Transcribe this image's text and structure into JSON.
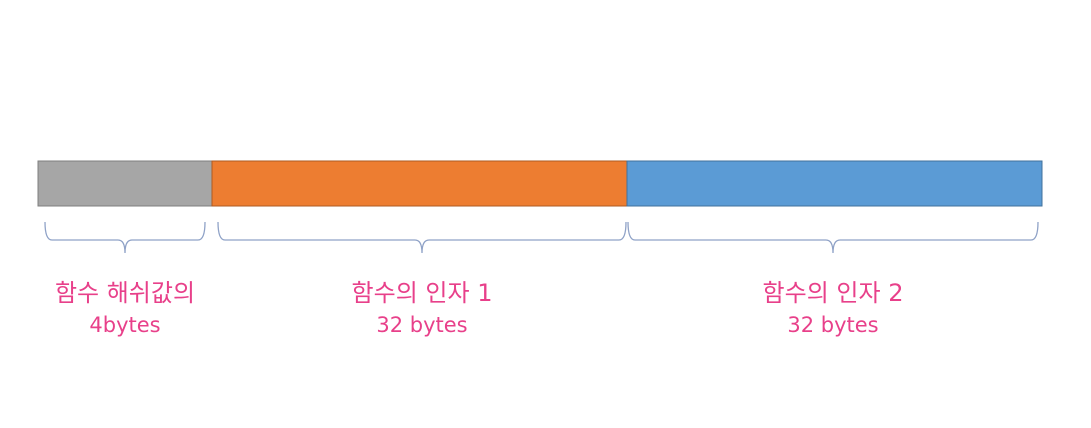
{
  "colors": {
    "segment_1": "#a6a6a6",
    "segment_2": "#ed7d31",
    "segment_3": "#5b9bd5",
    "brace": "#8fa2c7",
    "label": "#e8408a"
  },
  "segments": [
    {
      "name": "함수 해쉬값의",
      "size": "4bytes",
      "bytes": 4
    },
    {
      "name": "함수의 인자 1",
      "size": "32 bytes",
      "bytes": 32
    },
    {
      "name": "함수의 인자 2",
      "size": "32 bytes",
      "bytes": 32
    }
  ]
}
